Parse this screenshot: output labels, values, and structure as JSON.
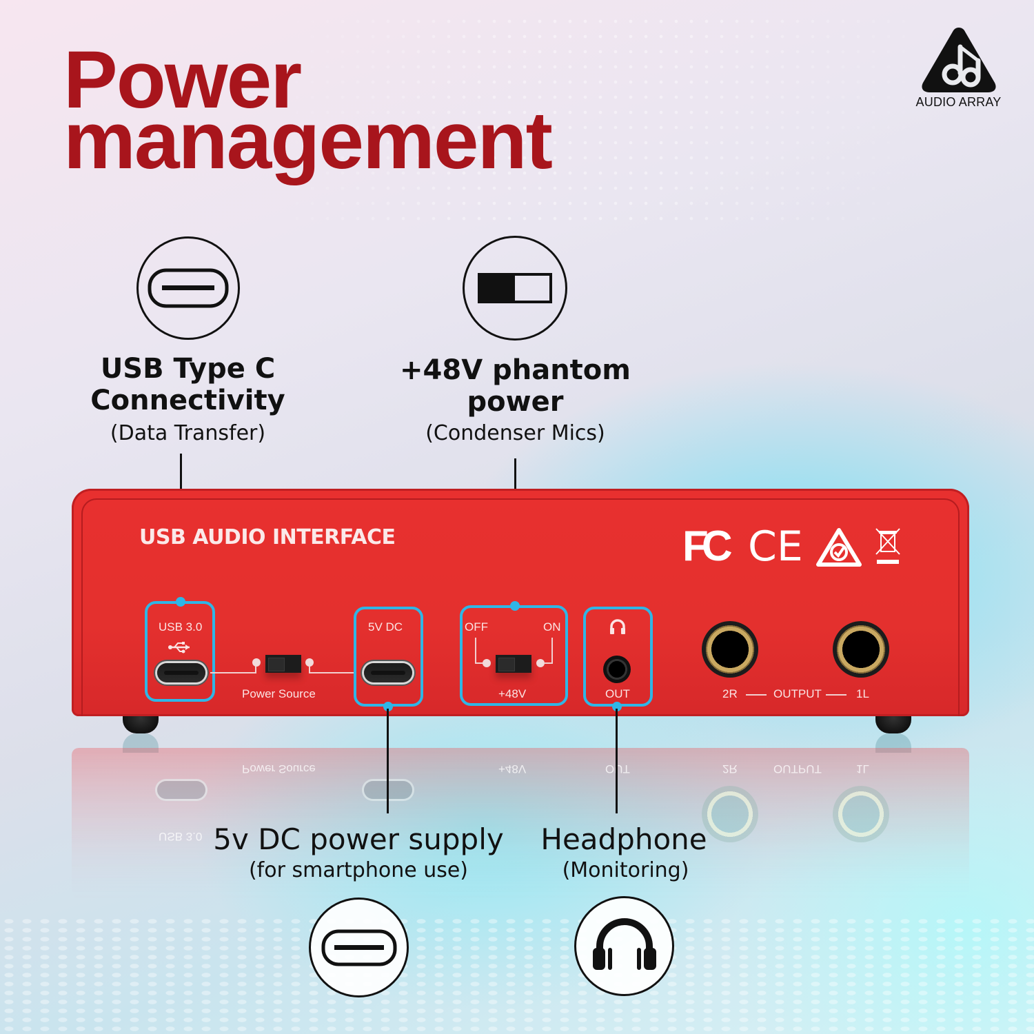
{
  "header": {
    "title_line1": "Power",
    "title_line2": "management",
    "title_color": "#a8151c"
  },
  "brand": {
    "logo_icon": "audio-array-logo-icon",
    "name": "AUDIO ARRAY"
  },
  "features": [
    {
      "id": "usb-type-c",
      "icon": "usb-c-port-icon",
      "title_line1": "USB Type C",
      "title_line2": "Connectivity",
      "subtitle": "(Data Transfer)"
    },
    {
      "id": "phantom-power",
      "icon": "toggle-switch-icon",
      "title_line1": "+48V phantom",
      "title_line2": "power",
      "subtitle": "(Condenser Mics)"
    },
    {
      "id": "dc-power",
      "icon": "usb-c-port-icon",
      "title": "5v DC power supply",
      "subtitle": "(for smartphone use)"
    },
    {
      "id": "headphone",
      "icon": "headphones-icon",
      "title": "Headphone",
      "subtitle": "(Monitoring)"
    }
  ],
  "device": {
    "label": "USB AUDIO INTERFACE",
    "body_color": "#e4302e",
    "highlight_color": "#2fb6e6",
    "certifications": [
      "FC",
      "CE",
      "RCM",
      "WEEE"
    ],
    "ports": {
      "usb": {
        "label": "USB 3.0",
        "icon": "usb-trident-icon"
      },
      "power_source": {
        "label": "Power Source"
      },
      "dc": {
        "label": "5V DC"
      },
      "phantom": {
        "off_label": "OFF",
        "on_label": "ON",
        "label": "+48V"
      },
      "headphone": {
        "icon": "headphones-icon",
        "label": "OUT"
      },
      "output": {
        "left_label": "2R",
        "label": "OUTPUT",
        "right_label": "1L"
      }
    }
  }
}
